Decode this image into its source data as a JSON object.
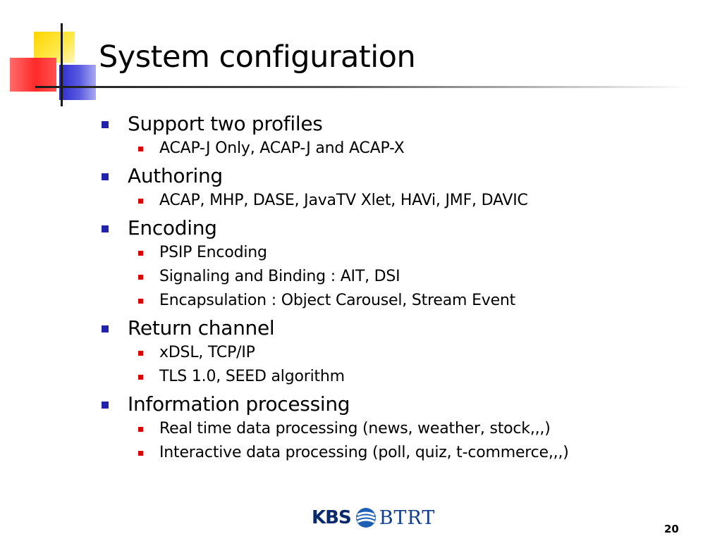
{
  "slide": {
    "title": "System configuration",
    "bullets": [
      {
        "text": "Support two profiles",
        "sub": [
          "ACAP-J Only, ACAP-J and ACAP-X"
        ]
      },
      {
        "text": "Authoring",
        "sub": [
          "ACAP, MHP, DASE, JavaTV Xlet, HAVi, JMF, DAVIC"
        ]
      },
      {
        "text": "Encoding",
        "sub": [
          "PSIP Encoding",
          "Signaling and Binding : AIT, DSI",
          "Encapsulation : Object Carousel, Stream Event"
        ]
      },
      {
        "text": "Return channel",
        "sub": [
          "xDSL, TCP/IP",
          "TLS 1.0, SEED algorithm"
        ]
      },
      {
        "text": "Information processing",
        "sub": [
          "Real time data processing (news, weather, stock,,,)",
          "Interactive data processing (poll, quiz, t-commerce,,,)"
        ]
      }
    ],
    "logo": {
      "kbs": "KBS",
      "btrt": "BTRT"
    },
    "page_number": "20"
  },
  "colors": {
    "level1_bullet": "#2222aa",
    "level2_bullet": "#dd0000",
    "logo_blue": "#0b2a6b"
  },
  "icons": {
    "level1_bullet": "square-bullet-icon",
    "level2_bullet": "square-bullet-icon",
    "logo": "kbs-globe-icon"
  }
}
